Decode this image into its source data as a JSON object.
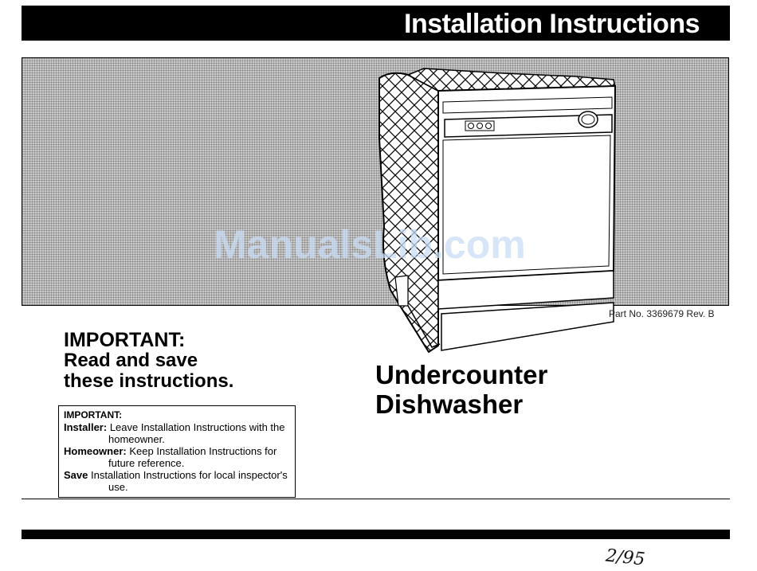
{
  "header": {
    "title": "Installation Instructions"
  },
  "watermark": {
    "text": "ManualsLib.com"
  },
  "part_number": "Part No. 3369679 Rev. B",
  "important": {
    "line1": "IMPORTANT:",
    "line2": "Read and save",
    "line3": "these instructions."
  },
  "product": {
    "line1": "Undercounter",
    "line2": "Dishwasher"
  },
  "notice": {
    "heading": "IMPORTANT:",
    "items": [
      {
        "label": "Installer:",
        "text": "Leave Installation Instructions with the homeowner."
      },
      {
        "label": "Homeowner:",
        "text": "Keep Installation Instructions for future reference."
      },
      {
        "label": "Save",
        "text": "Installation Instructions for local inspector's use."
      }
    ]
  },
  "handwritten_note": "2/95"
}
